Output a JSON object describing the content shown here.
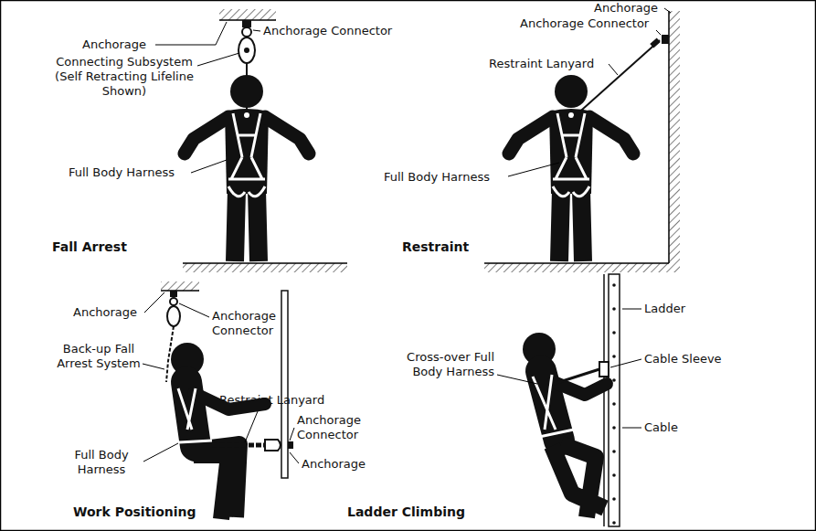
{
  "diagram": {
    "labels": [
      "Anchorage",
      "Anchorage Connector",
      "Connecting Subsystem (Self Retracting Lifeline Shown)",
      "Full Body Harness",
      "Fall Arrest",
      "Anchorage",
      "Anchorage Connector",
      "Restraint Lanyard",
      "Full Body Harness",
      "Restraint",
      "Anchorage",
      "Anchorage Connector",
      "Back-up Fall Arrest System",
      "Restraint Lanyard",
      "Full Body Harness",
      "Anchorage Connector",
      "Anchorage",
      "Work Positioning",
      "Ladder",
      "Cable Sleeve",
      "Cross-over Full Body Harness",
      "Cable",
      "Ladder Climbing"
    ]
  }
}
